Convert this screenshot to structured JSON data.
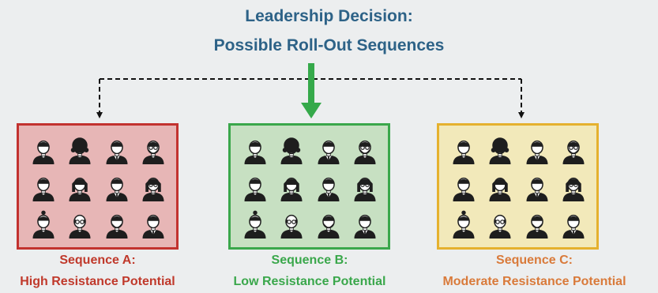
{
  "title": {
    "line1": "Leadership Decision:",
    "line2": "Possible Roll-Out Sequences"
  },
  "colors": {
    "title": "#2d6287",
    "arrow_dashed": "#111111",
    "arrow_selected": "#35a94a",
    "sequence_a": "#c2322f",
    "sequence_b": "#3aa74b",
    "sequence_c": "#e5b12e",
    "person": "#1e1e1e"
  },
  "panels": [
    {
      "id": "a",
      "heading": "Sequence A:",
      "subheading": "High Resistance Potential",
      "arrow": "dashed",
      "people": [
        "man-short-hair",
        "woman-curly",
        "man-suit",
        "man-beard-glasses",
        "man-short-hair",
        "woman-long-hair",
        "man-suit",
        "woman-glasses",
        "man-bun",
        "man-bald-glasses",
        "man-beard",
        "man-tie"
      ]
    },
    {
      "id": "b",
      "heading": "Sequence B:",
      "subheading": "Low Resistance Potential",
      "arrow": "selected",
      "people": [
        "man-short-hair",
        "woman-curly",
        "man-suit",
        "man-beard-glasses",
        "man-short-hair",
        "woman-long-hair",
        "man-suit",
        "woman-glasses",
        "man-bun",
        "man-bald-glasses",
        "man-beard",
        "man-tie"
      ]
    },
    {
      "id": "c",
      "heading": "Sequence C:",
      "subheading": "Moderate Resistance Potential",
      "arrow": "dashed",
      "people": [
        "man-short-hair",
        "woman-curly",
        "man-suit",
        "man-beard-glasses",
        "man-short-hair",
        "woman-long-hair",
        "man-suit",
        "woman-glasses",
        "man-bun",
        "man-bald-glasses",
        "man-beard",
        "man-tie"
      ]
    }
  ]
}
